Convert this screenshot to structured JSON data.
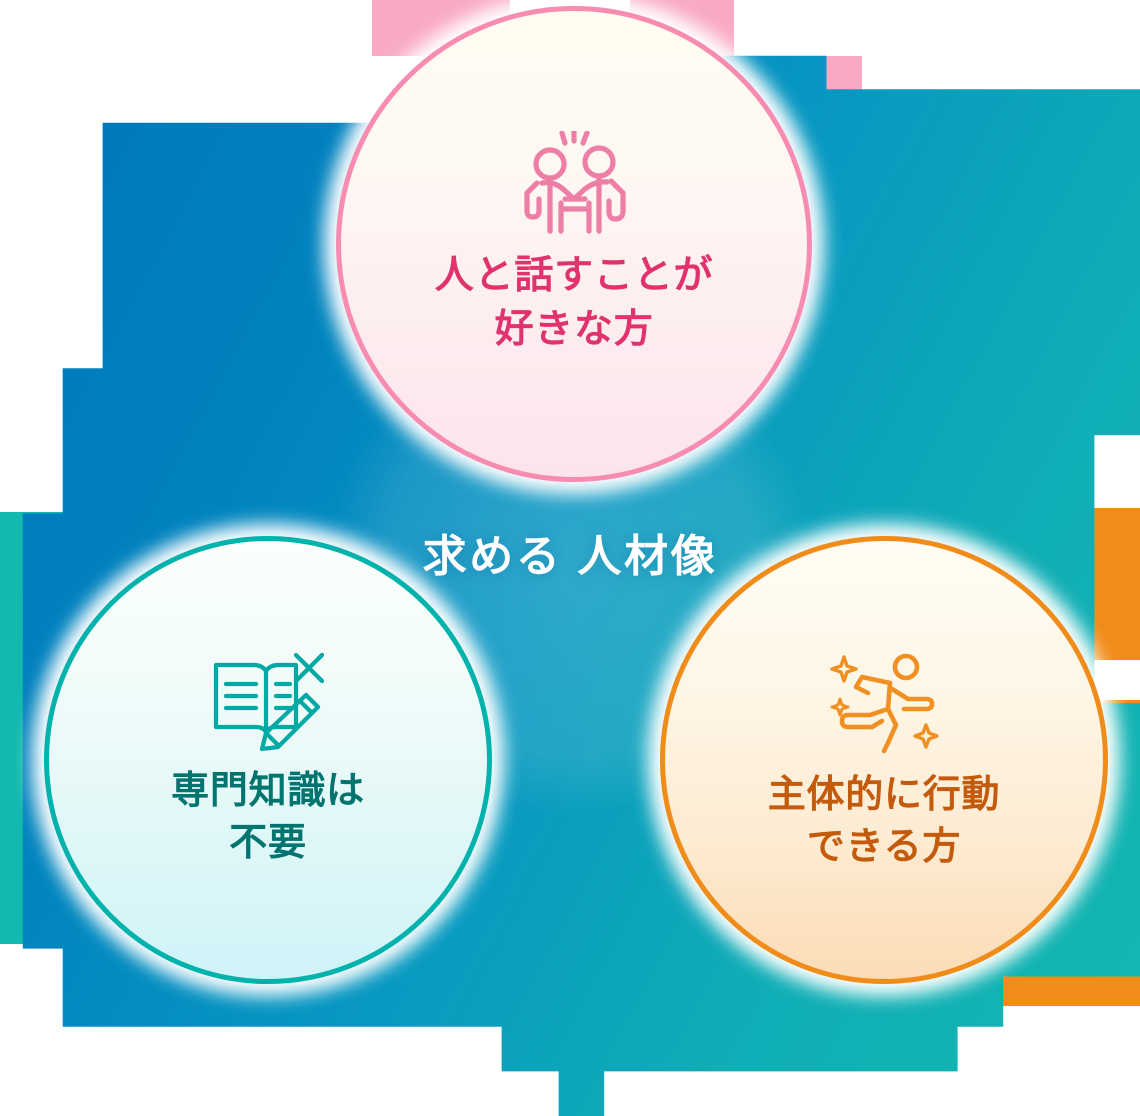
{
  "center": {
    "label": "求める\n人材像",
    "color": "#FFFFFF"
  },
  "bubbles": [
    {
      "id": "people-talking",
      "label": "人と話すことが\n好きな方",
      "icon_name": "two-people-talking-icon",
      "border_color": "#F78CB0",
      "text_color": "#E0336E",
      "fill_from": "#FFFDF2",
      "fill_to": "#FCE4EC"
    },
    {
      "id": "no-expertise-needed",
      "label": "専門知識は\n不要",
      "icon_name": "book-pencil-cross-icon",
      "border_color": "#00B2AC",
      "text_color": "#00746F",
      "fill_from": "#FBFFFB",
      "fill_to": "#CFF3F8"
    },
    {
      "id": "proactive-action",
      "label": "主体的に行動\nできる方",
      "icon_name": "running-person-sparkle-icon",
      "border_color": "#F08C1A",
      "text_color": "#C35A0C",
      "fill_from": "#FFFDF4",
      "fill_to": "#FBDCB6"
    }
  ],
  "background": {
    "gradient_from": "#0074BC",
    "gradient_to": "#14B8B0",
    "accent_pink": "#F9A9C4",
    "accent_teal": "#11B9B0",
    "accent_cyan": "#A8EEF6",
    "accent_orange": "#F08C1A",
    "accent_peach": "#FBD1A0",
    "accent_cream": "#FFFDF0"
  }
}
